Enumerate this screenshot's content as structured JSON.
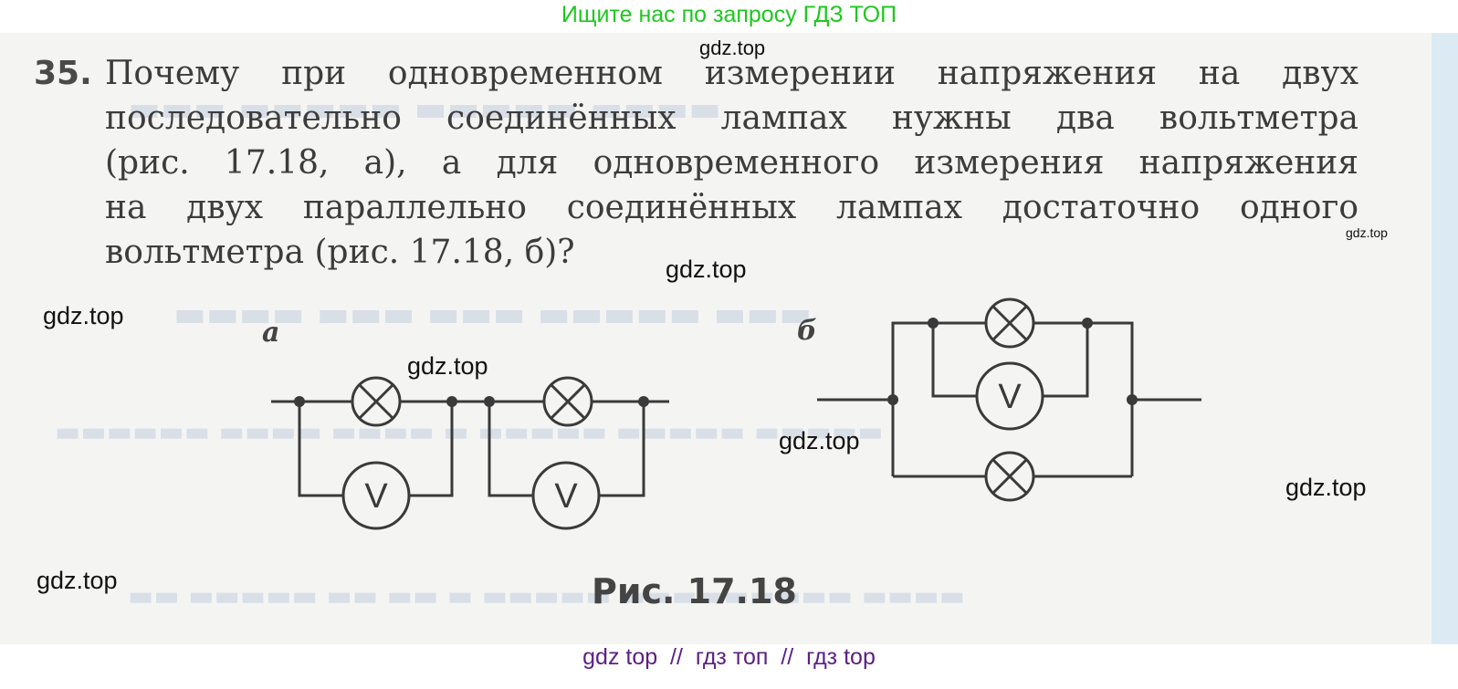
{
  "top_banner": "Ищите нас по запросу ГДЗ ТОП",
  "bottom_banner": "gdz top  //  гдз топ  //  гдз top",
  "problem": {
    "number": "35.",
    "lines": [
      "Почему при одновременном измерении напряжения на двух",
      "последовательно соединённых лампах нужны два вольтметра",
      "(рис. 17.18, а), а для одновременного измерения напряжения",
      "на двух параллельно соединённых лампах достаточно одного",
      "вольтметра (рис. 17.18, б)?"
    ]
  },
  "figure": {
    "label_a": "а",
    "label_b": "б",
    "voltmeter_symbol": "V",
    "caption": "Рис. 17.18"
  },
  "watermarks": [
    "gdz.top",
    "gdz.top",
    "gdz.top",
    "gdz.top",
    "gdz.top",
    "gdz.top",
    "gdz.top",
    "gdz.top"
  ],
  "colors": {
    "top_banner": "#1ec81e",
    "bottom_banner": "#5b1f86",
    "page_background": "#f4f4f3",
    "ink": "#3c3c3c"
  }
}
